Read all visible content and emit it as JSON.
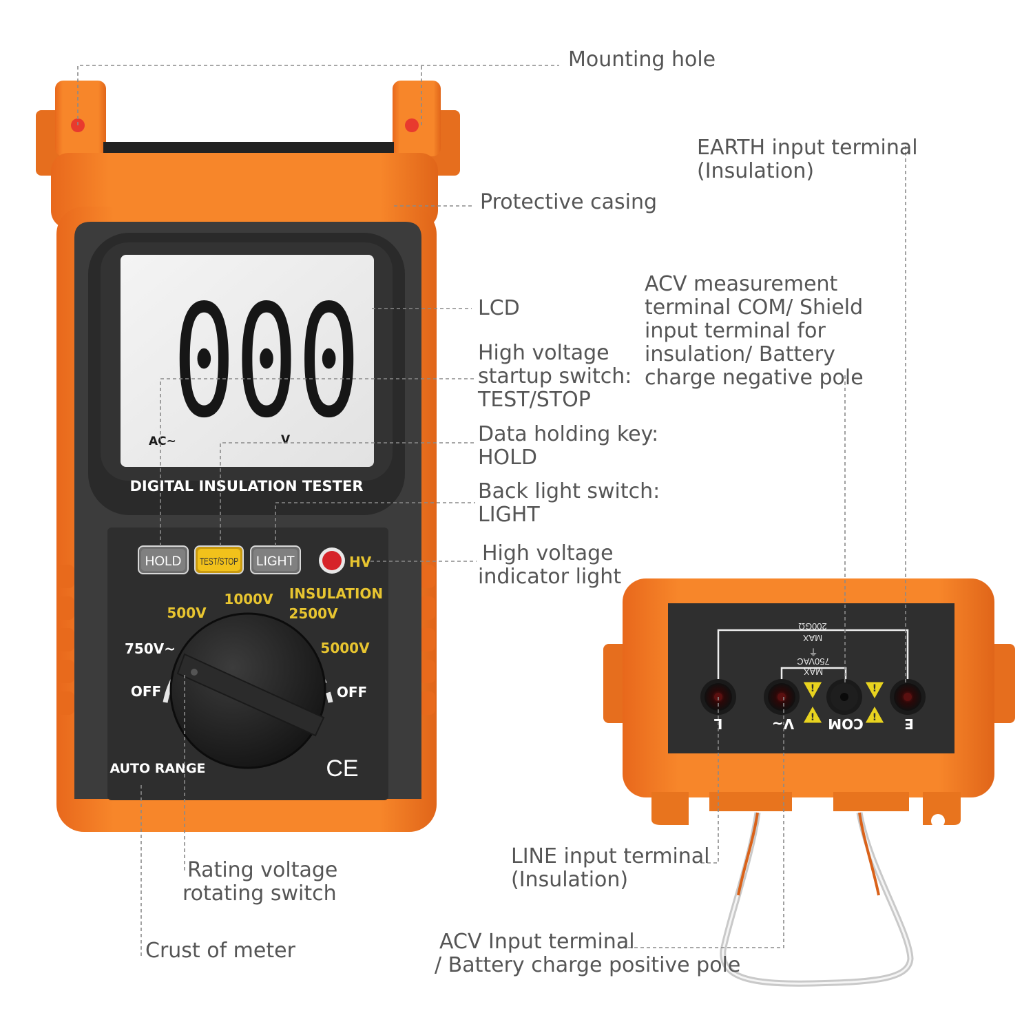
{
  "device": {
    "lcd_digits": "000",
    "lcd_mode": "AC~",
    "lcd_unit": "V",
    "model_name": "DIGITAL INSULATION TESTER",
    "buttons": {
      "hold": "HOLD",
      "test_stop": "TEST/STOP",
      "light": "LIGHT"
    },
    "hv_label": "HV",
    "insulation_label": "INSULATION",
    "dial_positions": [
      "500V",
      "1000V",
      "2500V",
      "5000V",
      "750V~",
      "OFF",
      "OFF"
    ],
    "auto_range": "AUTO RANGE",
    "ce_mark": "CE"
  },
  "terminal_panel": {
    "max_resistance": "200GΩ",
    "max_word_outer": "MAX",
    "max_voltage": "750VAC",
    "max_word_inner": "MAX",
    "terminal_labels": [
      "L",
      "V~",
      "COM",
      "E"
    ]
  },
  "callouts": {
    "mounting_hole": [
      "Mounting hole"
    ],
    "earth_terminal": [
      "EARTH input terminal",
      "(Insulation)"
    ],
    "protective_casing": [
      "Protective casing"
    ],
    "acv_com": [
      "ACV measurement",
      "terminal COM/ Shield",
      "input terminal for",
      "insulation/ Battery",
      "charge negative pole"
    ],
    "lcd": [
      "LCD"
    ],
    "hv_switch": [
      "High voltage",
      "startup switch:",
      "TEST/STOP"
    ],
    "hold_key": [
      "Data holding key:",
      "HOLD"
    ],
    "backlight": [
      "Back light switch:",
      "LIGHT"
    ],
    "hv_indicator": [
      "High voltage",
      "indicator light"
    ],
    "line_terminal": [
      "LINE input terminal",
      "(Insulation)"
    ],
    "rating_switch": [
      "Rating voltage",
      "rotating switch"
    ],
    "acv_input": [
      "ACV Input terminal",
      "/ Battery charge positive pole"
    ],
    "crust": [
      "Crust of meter"
    ]
  },
  "colors": {
    "casing": "#f57c22",
    "casing_dark": "#d9621a",
    "body": "#3a3a3a",
    "lcd_bg": "#ededed",
    "button_yellow": "#f2c21b",
    "label_yellow": "#e8c530",
    "hv_red": "#d6242a",
    "callout_text": "#555555"
  }
}
